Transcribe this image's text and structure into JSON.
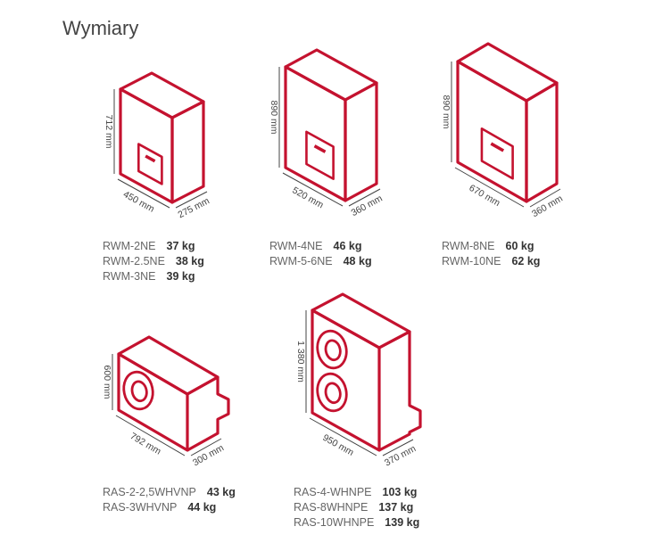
{
  "title": "Wymiary",
  "accent_color": "#c4122f",
  "units": [
    {
      "name": "indoor-rwm-2ne",
      "height": "712 mm",
      "width": "450 mm",
      "depth": "275 mm",
      "icon": "indoor-unit-icon",
      "models": [
        {
          "model": "RWM-2NE",
          "weight": "37 kg"
        },
        {
          "model": "RWM-2.5NE",
          "weight": "38 kg"
        },
        {
          "model": "RWM-3NE",
          "weight": "39 kg"
        }
      ]
    },
    {
      "name": "indoor-rwm-4ne",
      "height": "890 mm",
      "width": "520 mm",
      "depth": "360 mm",
      "icon": "indoor-unit-icon",
      "models": [
        {
          "model": "RWM-4NE",
          "weight": "46 kg"
        },
        {
          "model": "RWM-5-6NE",
          "weight": "48 kg"
        }
      ]
    },
    {
      "name": "indoor-rwm-8ne",
      "height": "890 mm",
      "width": "670 mm",
      "depth": "360 mm",
      "icon": "indoor-unit-icon",
      "models": [
        {
          "model": "RWM-8NE",
          "weight": "60 kg"
        },
        {
          "model": "RWM-10NE",
          "weight": "62 kg"
        }
      ]
    },
    {
      "name": "outdoor-ras-2",
      "height": "600 mm",
      "width": "792 mm",
      "depth": "300 mm",
      "icon": "outdoor-unit-icon",
      "models": [
        {
          "model": "RAS-2-2,5WHVNP",
          "weight": "43 kg"
        },
        {
          "model": "RAS-3WHVNP",
          "weight": "44 kg"
        }
      ]
    },
    {
      "name": "outdoor-ras-4",
      "height": "1 380 mm",
      "width": "950 mm",
      "depth": "370 mm",
      "icon": "outdoor-unit-icon",
      "models": [
        {
          "model": "RAS-4-WHNPE",
          "weight": "103 kg"
        },
        {
          "model": "RAS-8WHNPE",
          "weight": "137 kg"
        },
        {
          "model": "RAS-10WHNPE",
          "weight": "139 kg"
        }
      ]
    }
  ]
}
